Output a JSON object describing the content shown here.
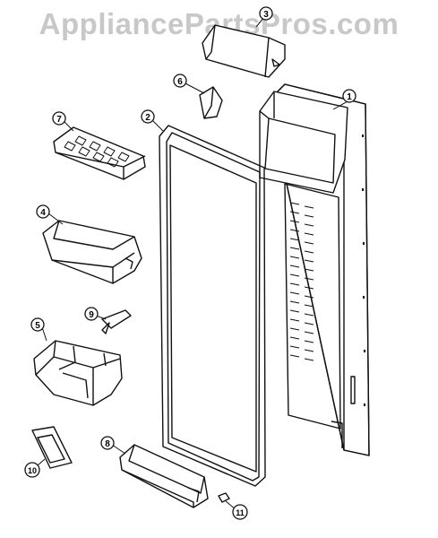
{
  "watermark": "AppliancePartsPros.com",
  "callouts": [
    "1",
    "2",
    "3",
    "4",
    "5",
    "6",
    "7",
    "8",
    "9",
    "10",
    "11"
  ],
  "colors": {
    "line": "#111111",
    "watermark": "#c8c8c8",
    "background": "#ffffff"
  }
}
